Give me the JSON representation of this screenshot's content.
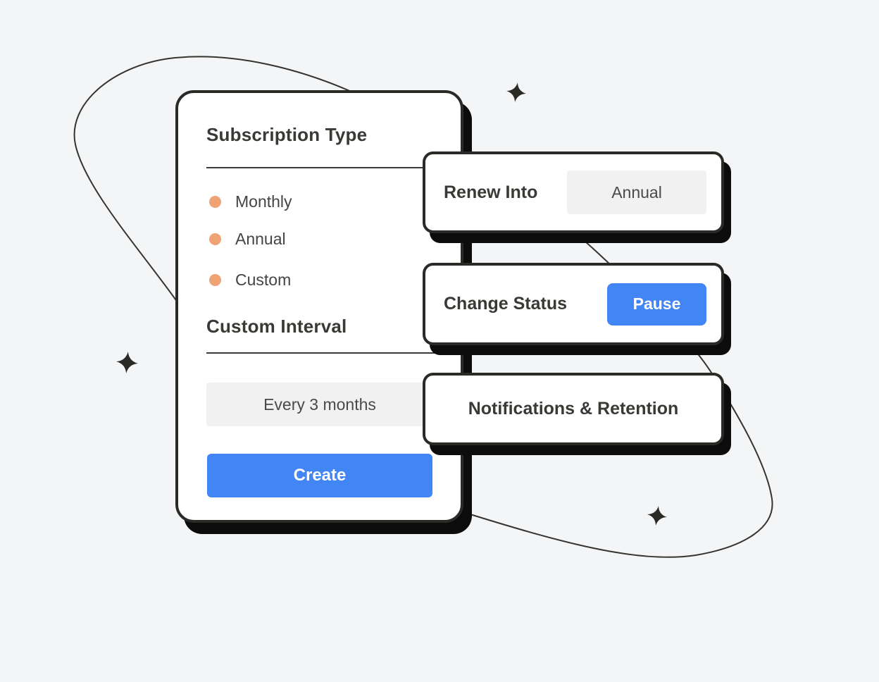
{
  "colors": {
    "background": "#f4f5f7",
    "accent_blue": "#4285f4",
    "radio_orange": "#efa273",
    "outline_dark": "#2b2a27",
    "hard_shadow": "#0c0c0c",
    "field_gray": "#f1f1f2"
  },
  "phone_card": {
    "subscription": {
      "title": "Subscription Type",
      "options": [
        {
          "label": "Monthly"
        },
        {
          "label": "Annual"
        },
        {
          "label": "Custom"
        }
      ]
    },
    "interval": {
      "title": "Custom Interval",
      "value": "Every 3 months"
    },
    "create_button": "Create"
  },
  "popovers": {
    "renew": {
      "label": "Renew Into",
      "value": "Annual"
    },
    "status": {
      "label": "Change Status",
      "action": "Pause"
    },
    "notifications": {
      "label": "Notifications & Retention"
    }
  }
}
